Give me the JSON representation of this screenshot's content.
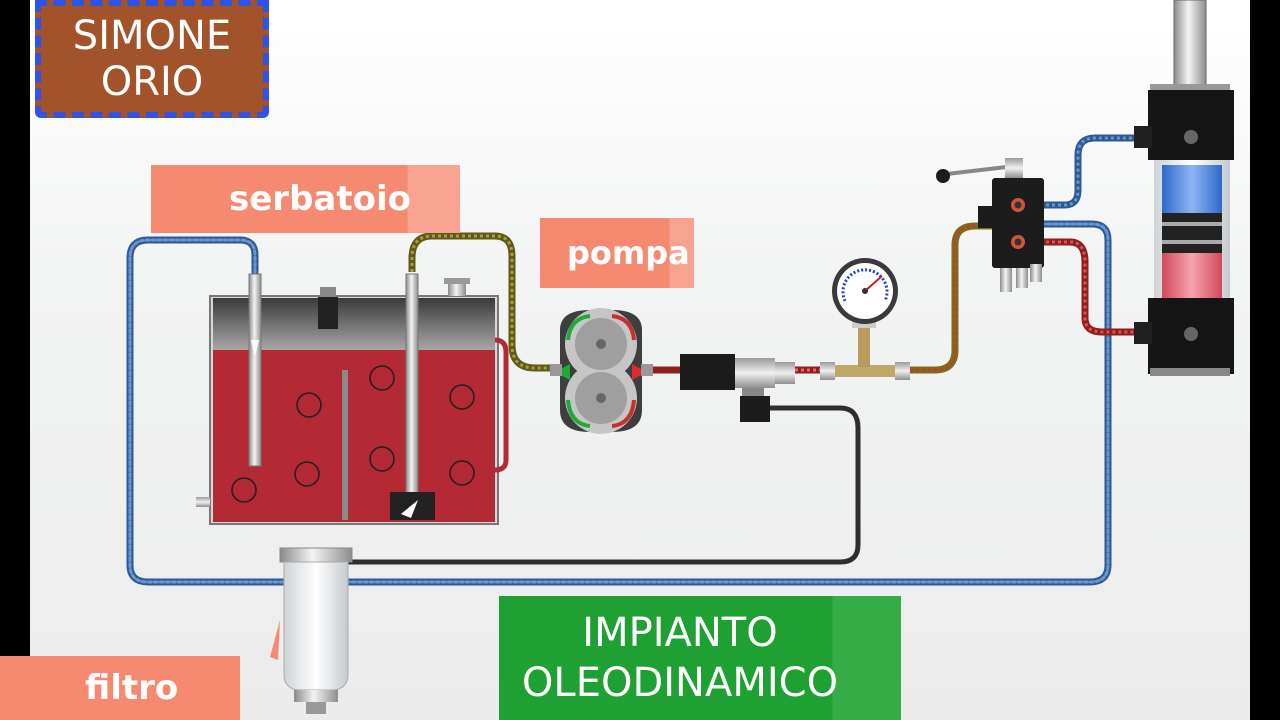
{
  "brand": {
    "line1": "SIMONE",
    "line2": "ORIO"
  },
  "labels": {
    "tank": "serbatoio",
    "pump": "pompa",
    "filter": "filtro"
  },
  "title": {
    "line1": "IMPIANTO",
    "line2": "OLEODINAMICO"
  },
  "colors": {
    "oil": "#b42a34",
    "tank_label": "#f58a70",
    "title_box": "#1fa033",
    "brand_box": "#a3532a",
    "brand_border": "#2f52e8",
    "return_hose": "#3467a8",
    "pressure_hose": "#c12a2a",
    "drain_hose": "#333333"
  }
}
